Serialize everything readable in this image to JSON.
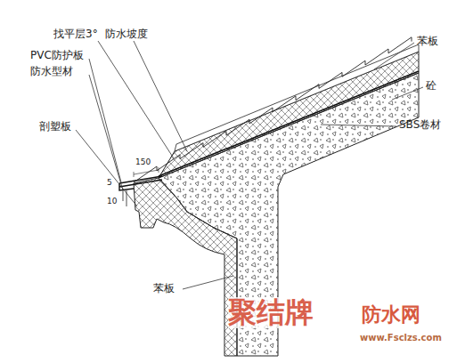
{
  "diagram": {
    "labels": [
      "找平层3°",
      "防水坡度",
      "PVC防护板",
      "防水型材",
      "剖塑板",
      "150",
      "10",
      "5",
      "苯板",
      "砼",
      "SBS卷材",
      "苯板",
      "聚结牌",
      "防水网",
      "www.Fsclzs.com"
    ]
  }
}
